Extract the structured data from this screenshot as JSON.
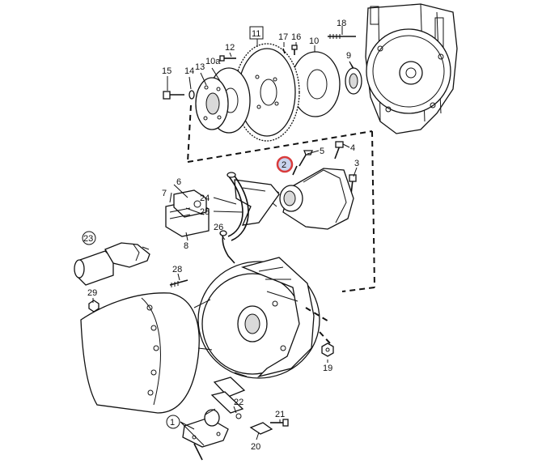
{
  "diagram": {
    "highlight_color": "#d93b3b",
    "highlight_fill": "#c9d4ee",
    "labels": {
      "l1": "1",
      "l2": "2",
      "l3": "3",
      "l4": "4",
      "l5": "5",
      "l6": "6",
      "l7": "7",
      "l8": "8",
      "l9": "9",
      "l10": "10",
      "l10a": "10a",
      "l11": "11",
      "l12": "12",
      "l13": "13",
      "l14": "14",
      "l15": "15",
      "l16": "16",
      "l17": "17",
      "l18": "18",
      "l19": "19",
      "l20": "20",
      "l21": "21",
      "l22": "22",
      "l23": "23",
      "l24": "24",
      "l25": "25",
      "l26": "26",
      "l28": "28",
      "l29": "29"
    }
  }
}
